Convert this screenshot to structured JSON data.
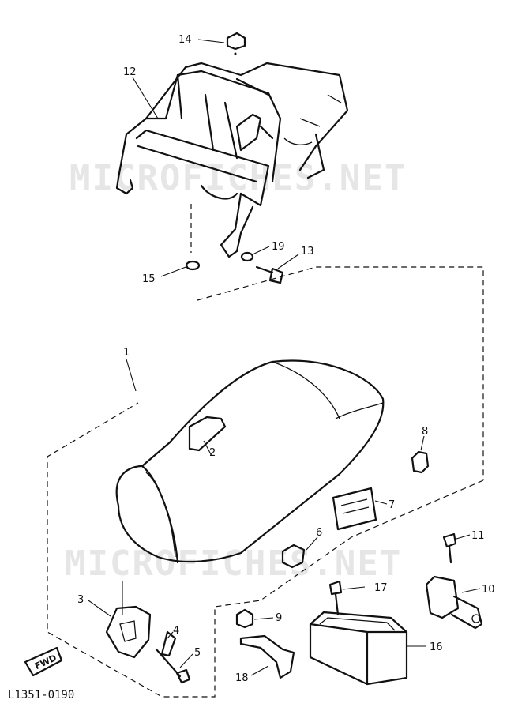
{
  "watermark": "MICROFICHES.NET",
  "diagram_code": "L1351-0190",
  "fwd_label": "FWD",
  "callouts": {
    "c1": "1",
    "c2": "2",
    "c3": "3",
    "c4": "4",
    "c5": "5",
    "c6": "6",
    "c7": "7",
    "c8": "8",
    "c9": "9",
    "c10": "10",
    "c11": "11",
    "c12": "12",
    "c13": "13",
    "c14": "14",
    "c15": "15",
    "c16": "16",
    "c17": "17",
    "c18": "18",
    "c19": "19"
  }
}
